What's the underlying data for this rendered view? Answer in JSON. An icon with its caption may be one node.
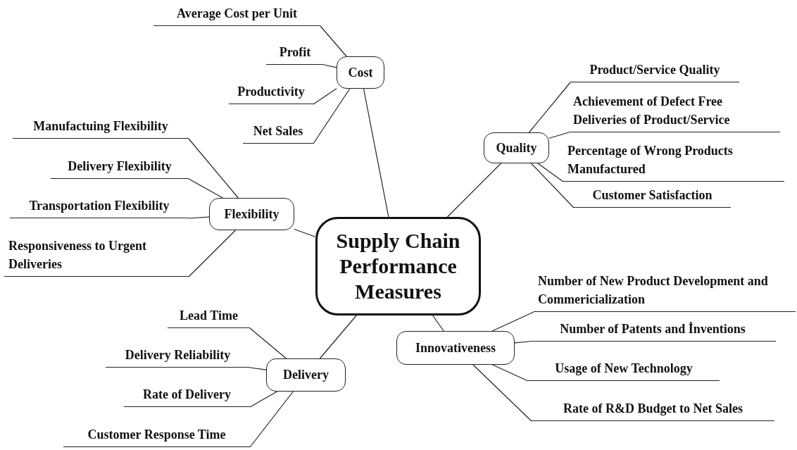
{
  "diagram": {
    "nodes": [
      {
        "text": [
          "Supply Chain Performance Measures"
        ]
      },
      {
        "text": [
          "Cost"
        ]
      },
      {
        "text": [
          "Average Cost per Unit"
        ]
      },
      {
        "text": [
          "Profit"
        ]
      },
      {
        "text": [
          "Productivity"
        ]
      },
      {
        "text": [
          "Net Sales"
        ]
      },
      {
        "text": [
          "Quality"
        ]
      },
      {
        "text": [
          "Product/Service Quality"
        ]
      },
      {
        "text": [
          "Achievement of Defect Free Deliveries of Product/Service"
        ]
      },
      {
        "text": [
          "Percentage of Wrong Products Manufactured"
        ]
      },
      {
        "text": [
          "Customer Satisfaction"
        ]
      },
      {
        "text": [
          "Flexibility"
        ]
      },
      {
        "text": [
          "Manufactuing Flexibility"
        ]
      },
      {
        "text": [
          "Delivery Flexibility"
        ]
      },
      {
        "text": [
          "Transportation Flexibility"
        ]
      },
      {
        "text": [
          "Responsiveness to Urgent Deliveries"
        ]
      },
      {
        "text": [
          "Innovativeness"
        ]
      },
      {
        "text": [
          "Number of New Product Development and Commericialization"
        ]
      },
      {
        "text": [
          "Number of Patents and İnventions"
        ]
      },
      {
        "text": [
          "Usage of New Technology"
        ]
      },
      {
        "text": [
          "Rate of R&D Budget to Net Sales"
        ]
      },
      {
        "text": [
          "Delivery"
        ]
      },
      {
        "text": [
          "Lead Time"
        ]
      },
      {
        "text": [
          "Delivery Reliability"
        ]
      },
      {
        "text": [
          "Rate of Delivery"
        ]
      },
      {
        "text": [
          "Customer Response Time"
        ]
      }
    ],
    "edges": [
      {
        "from": 0,
        "to": 1,
        "arrow": "none"
      },
      {
        "from": 1,
        "to": 2,
        "arrow": "none"
      },
      {
        "from": 1,
        "to": 3,
        "arrow": "none"
      },
      {
        "from": 1,
        "to": 4,
        "arrow": "none"
      },
      {
        "from": 1,
        "to": 5,
        "arrow": "none"
      },
      {
        "from": 0,
        "to": 6,
        "arrow": "none"
      },
      {
        "from": 6,
        "to": 7,
        "arrow": "none"
      },
      {
        "from": 6,
        "to": 8,
        "arrow": "none"
      },
      {
        "from": 6,
        "to": 9,
        "arrow": "none"
      },
      {
        "from": 6,
        "to": 10,
        "arrow": "none"
      },
      {
        "from": 0,
        "to": 11,
        "arrow": "none"
      },
      {
        "from": 11,
        "to": 12,
        "arrow": "none"
      },
      {
        "from": 11,
        "to": 13,
        "arrow": "none"
      },
      {
        "from": 11,
        "to": 14,
        "arrow": "none"
      },
      {
        "from": 11,
        "to": 15,
        "arrow": "none"
      },
      {
        "from": 0,
        "to": 16,
        "arrow": "none"
      },
      {
        "from": 16,
        "to": 17,
        "arrow": "none"
      },
      {
        "from": 16,
        "to": 18,
        "arrow": "none"
      },
      {
        "from": 16,
        "to": 19,
        "arrow": "none"
      },
      {
        "from": 16,
        "to": 20,
        "arrow": "none"
      },
      {
        "from": 0,
        "to": 21,
        "arrow": "none"
      },
      {
        "from": 21,
        "to": 22,
        "arrow": "none"
      },
      {
        "from": 21,
        "to": 23,
        "arrow": "none"
      },
      {
        "from": 21,
        "to": 24,
        "arrow": "none"
      },
      {
        "from": 21,
        "to": 25,
        "arrow": "none"
      }
    ]
  }
}
